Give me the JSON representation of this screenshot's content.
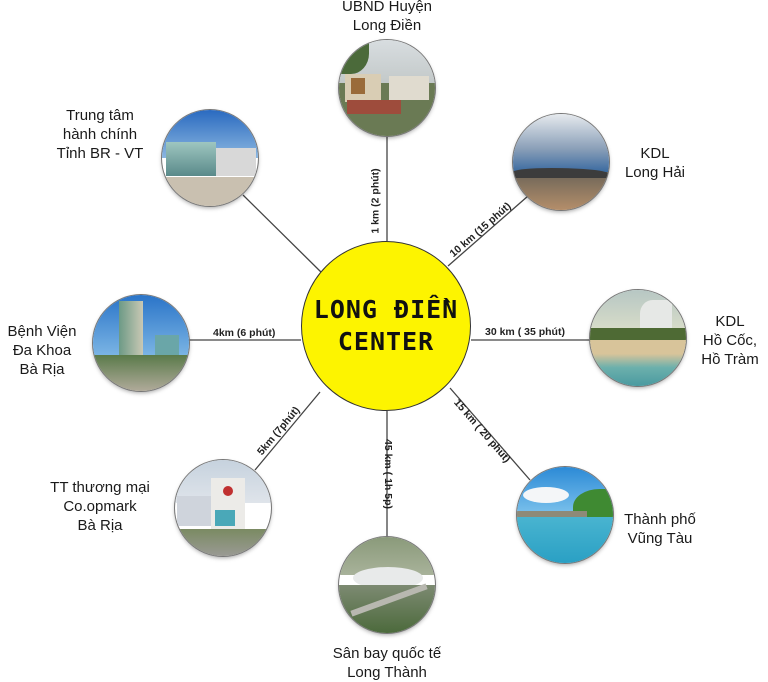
{
  "center": {
    "line1": "LONG ĐIỀN",
    "line2": "CENTER",
    "fill_color": "#fdf400"
  },
  "destinations": [
    {
      "id": "ubnd",
      "label_lines": [
        "UBND Huyện",
        "Long Điền"
      ],
      "distance": "1 km (2 phút)",
      "image": "government-building-photo"
    },
    {
      "id": "kdl-long-hai",
      "label_lines": [
        "KDL",
        "Long Hải"
      ],
      "distance": "10 km (15 phút)",
      "image": "beach-rocks-photo"
    },
    {
      "id": "kdl-ho-coc",
      "label_lines": [
        "KDL",
        "Hồ Cốc,",
        "Hồ Tràm"
      ],
      "distance": "30 km ( 35 phút)",
      "image": "beach-resort-photo"
    },
    {
      "id": "vung-tau",
      "label_lines": [
        "Thành phố",
        "Vũng Tàu"
      ],
      "distance": "15 km ( 20 phút)",
      "image": "coastal-city-photo"
    },
    {
      "id": "san-bay",
      "label_lines": [
        "Sân bay quốc tế",
        "Long Thành"
      ],
      "distance": "45 km ( 1h 5p)",
      "image": "airport-photo"
    },
    {
      "id": "coopmark",
      "label_lines": [
        "TT thương mại",
        "Co.opmark",
        "Bà Rịa"
      ],
      "distance": "5km (7phút)",
      "image": "shopping-center-photo"
    },
    {
      "id": "benh-vien",
      "label_lines": [
        "Bệnh Viện",
        "Đa Khoa",
        "Bà Rịa"
      ],
      "distance": "4km (6 phút)",
      "image": "hospital-photo"
    },
    {
      "id": "trung-tam",
      "label_lines": [
        "Trung tâm",
        "hành chính",
        "Tỉnh BR - VT"
      ],
      "distance": "",
      "image": "administrative-center-photo"
    }
  ]
}
